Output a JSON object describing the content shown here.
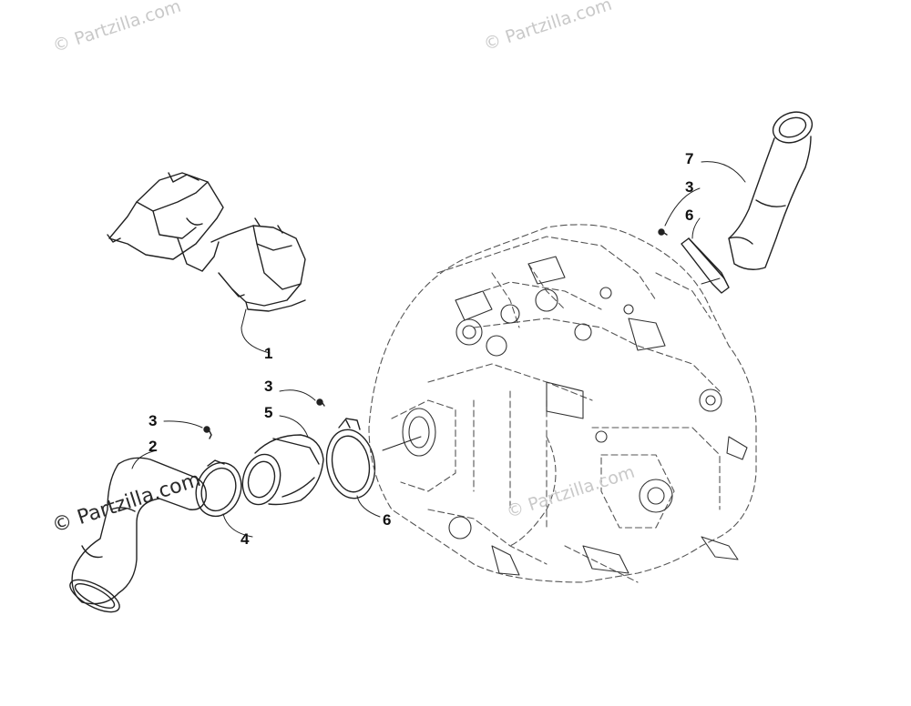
{
  "watermarks": {
    "top_left": "© Partzilla.com",
    "top_right": "© Partzilla.com",
    "left_mid": "© Partzilla.com",
    "center": "© Partzilla.com"
  },
  "callouts": {
    "c1": "1",
    "c2": "2",
    "c3_left": "3",
    "c3_mid": "3",
    "c3_right": "3",
    "c4": "4",
    "c5": "5",
    "c6_mid": "6",
    "c6_right": "6",
    "c7": "7"
  }
}
